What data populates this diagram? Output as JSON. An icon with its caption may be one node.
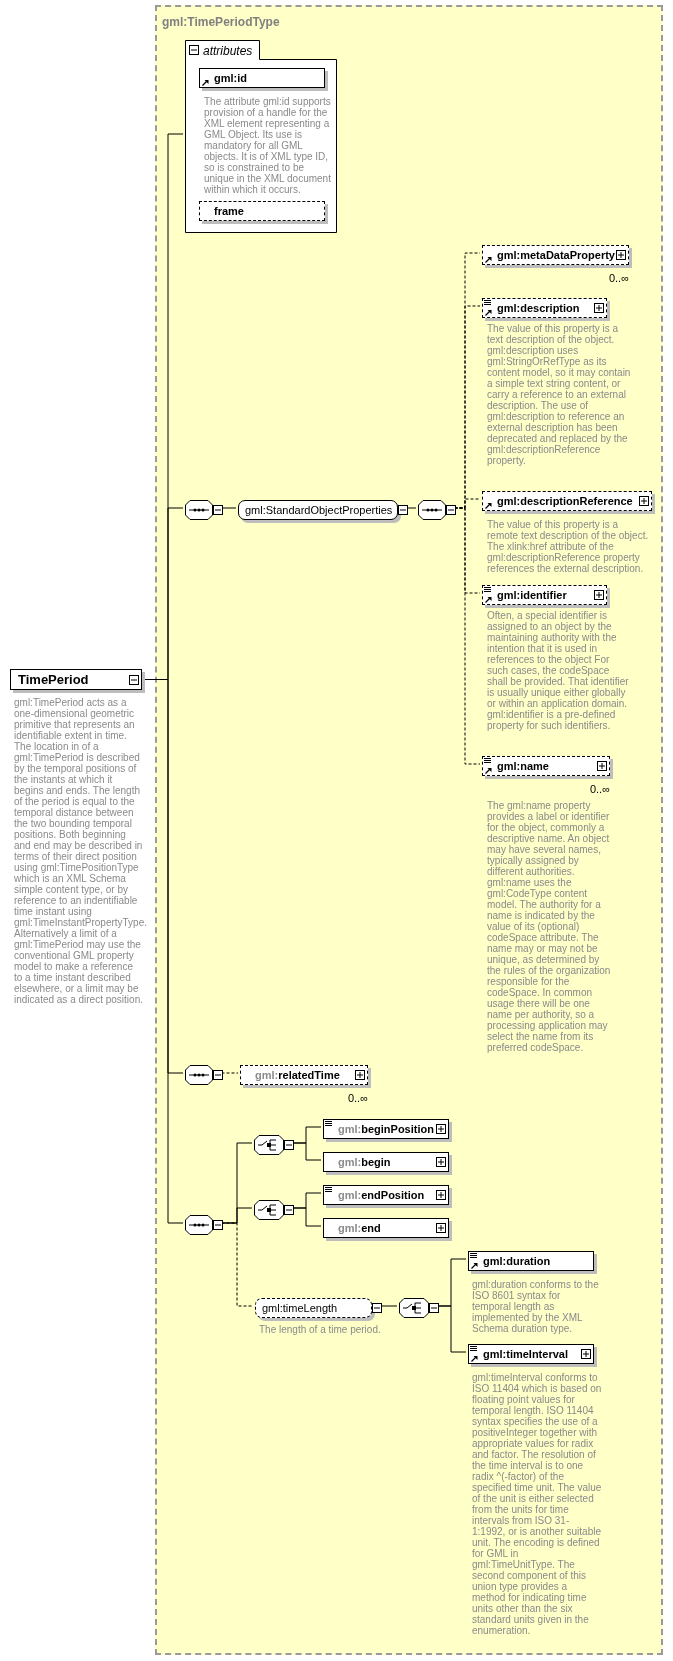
{
  "diagram": {
    "nodes": [
      {
        "text": [
          "gml:TimePeriodType"
        ]
      },
      {
        "text": [
          "TimePeriod"
        ],
        "beside": [
          "gml:TimePeriod acts as a one-dimensional geometric primitive that represents an identifiable extent in time. The location in of a gml:TimePeriod is described by the temporal positions of the instants at which it begins and ends. The length of the period is equal to the temporal distance between the two bounding temporal positions. Both beginning and end may be described in terms of their direct position using gml:TimePositionType which is an XML Schema simple content type, or by reference to an indentifiable time instant using gml:TimeInstantPropertyType. Alternatively a limit of a gml:TimePeriod may use the conventional GML property model to make a reference to a time instant described elsewhere, or a limit may be indicated as a direct position."
        ]
      },
      {
        "text": [
          "attributes"
        ],
        "in": 0
      },
      {
        "text": [
          "gml:id"
        ],
        "in": 2,
        "beside": [
          "The attribute gml:id supports provision of a handle for the XML element representing a GML Object. Its use is mandatory for all GML objects. It is of XML type ID, so is constrained to be unique in the XML document within which it occurs."
        ]
      },
      {
        "text": [
          "frame"
        ],
        "in": 2
      },
      {
        "text": [],
        "shape": "octagon",
        "in": 0
      },
      {
        "text": [
          "gml:StandardObjectProperties"
        ],
        "in": 0
      },
      {
        "text": [],
        "shape": "octagon",
        "in": 0
      },
      {
        "text": [
          "gml:metaDataProperty"
        ],
        "in": 0,
        "beside": [
          "0..∞"
        ]
      },
      {
        "text": [
          "gml:description"
        ],
        "in": 0,
        "beside": [
          "The value of this property is a text description of the object. gml:description uses gml:StringOrRefType as its content model, so it may contain a simple text string content, or carry a reference to an external description. The use of gml:description to reference an external description has been deprecated and replaced by the gml:descriptionReference property."
        ]
      },
      {
        "text": [
          "gml:descriptionReference"
        ],
        "in": 0,
        "beside": [
          "The value of this property is a remote text description of the object. The xlink:href attribute of the gml:descriptionReference property references the external description."
        ]
      },
      {
        "text": [
          "gml:identifier"
        ],
        "in": 0,
        "beside": [
          "Often, a special identifier is assigned to an object by the maintaining authority with the intention that it is used in references to the object For such cases, the codeSpace shall be provided. That identifier is usually unique either globally or within an application domain. gml:identifier is a pre-defined property for such identifiers."
        ]
      },
      {
        "text": [
          "gml:name"
        ],
        "in": 0,
        "beside": [
          "0..∞",
          "The gml:name property provides a label or identifier for the object, commonly a descriptive name. An object may have several names, typically assigned by different authorities. gml:name uses the gml:CodeType content model.  The authority for a name is indicated by the value of its (optional) codeSpace attribute.  The name may or may not be unique, as determined by the rules of the organization responsible for the codeSpace.  In common usage there will be one name per authority, so a processing application may select the name from its preferred codeSpace."
        ]
      },
      {
        "text": [],
        "shape": "octagon",
        "in": 0
      },
      {
        "text": [
          "gml:relatedTime"
        ],
        "in": 0,
        "beside": [
          "0..∞"
        ]
      },
      {
        "text": [],
        "shape": "octagon",
        "in": 0
      },
      {
        "text": [],
        "shape": "octagon",
        "in": 0
      },
      {
        "text": [
          "gml:beginPosition"
        ],
        "in": 0
      },
      {
        "text": [
          "gml:begin"
        ],
        "in": 0
      },
      {
        "text": [],
        "shape": "octagon",
        "in": 0
      },
      {
        "text": [
          "gml:endPosition"
        ],
        "in": 0
      },
      {
        "text": [
          "gml:end"
        ],
        "in": 0
      },
      {
        "text": [
          "gml:timeLength"
        ],
        "in": 0,
        "beside": [
          "The length of a time period."
        ]
      },
      {
        "text": [],
        "shape": "octagon",
        "in": 0
      },
      {
        "text": [
          "gml:duration"
        ],
        "in": 0,
        "beside": [
          "gml:duration conforms to the ISO 8601 syntax for temporal length as implemented by the XML Schema duration type."
        ]
      },
      {
        "text": [
          "gml:timeInterval"
        ],
        "in": 0,
        "beside": [
          "gml:timeInterval conforms to ISO 11404 which is based on floating point values for temporal length. ISO 11404 syntax specifies the use of a positiveInteger together with appropriate values for radix and factor. The resolution of the time interval is to one radix ^(-factor) of the specified time unit. The value of the unit is either selected from the units for time intervals from ISO 31-1:1992, or is another suitable unit.  The encoding is defined for GML in gml:TimeUnitType. The second component of this union type provides a method for indicating time units other than the six standard units given in the enumeration."
        ]
      }
    ],
    "edges": [
      {
        "from": 1,
        "to": 2,
        "arrow": "none"
      },
      {
        "from": 1,
        "to": 5,
        "arrow": "none"
      },
      {
        "from": 1,
        "to": 13,
        "arrow": "none"
      },
      {
        "from": 1,
        "to": 15,
        "arrow": "none"
      },
      {
        "from": 5,
        "to": 6,
        "arrow": "none"
      },
      {
        "from": 6,
        "to": 7,
        "arrow": "none"
      },
      {
        "from": 7,
        "to": 8,
        "arrow": "none",
        "style": "dashed"
      },
      {
        "from": 7,
        "to": 9,
        "arrow": "none",
        "style": "dashed"
      },
      {
        "from": 7,
        "to": 10,
        "arrow": "none",
        "style": "dashed"
      },
      {
        "from": 7,
        "to": 11,
        "arrow": "none",
        "style": "dashed"
      },
      {
        "from": 7,
        "to": 12,
        "arrow": "none",
        "style": "dashed"
      },
      {
        "from": 13,
        "to": 14,
        "arrow": "none",
        "style": "dashed"
      },
      {
        "from": 15,
        "to": 16,
        "arrow": "none"
      },
      {
        "from": 15,
        "to": 19,
        "arrow": "none"
      },
      {
        "from": 15,
        "to": 22,
        "arrow": "none",
        "style": "dashed"
      },
      {
        "from": 16,
        "to": 17,
        "arrow": "none"
      },
      {
        "from": 16,
        "to": 18,
        "arrow": "none"
      },
      {
        "from": 19,
        "to": 20,
        "arrow": "none"
      },
      {
        "from": 19,
        "to": 21,
        "arrow": "none"
      },
      {
        "from": 22,
        "to": 23,
        "arrow": "none"
      },
      {
        "from": 23,
        "to": 24,
        "arrow": "none"
      },
      {
        "from": 23,
        "to": 25,
        "arrow": "none"
      }
    ]
  }
}
